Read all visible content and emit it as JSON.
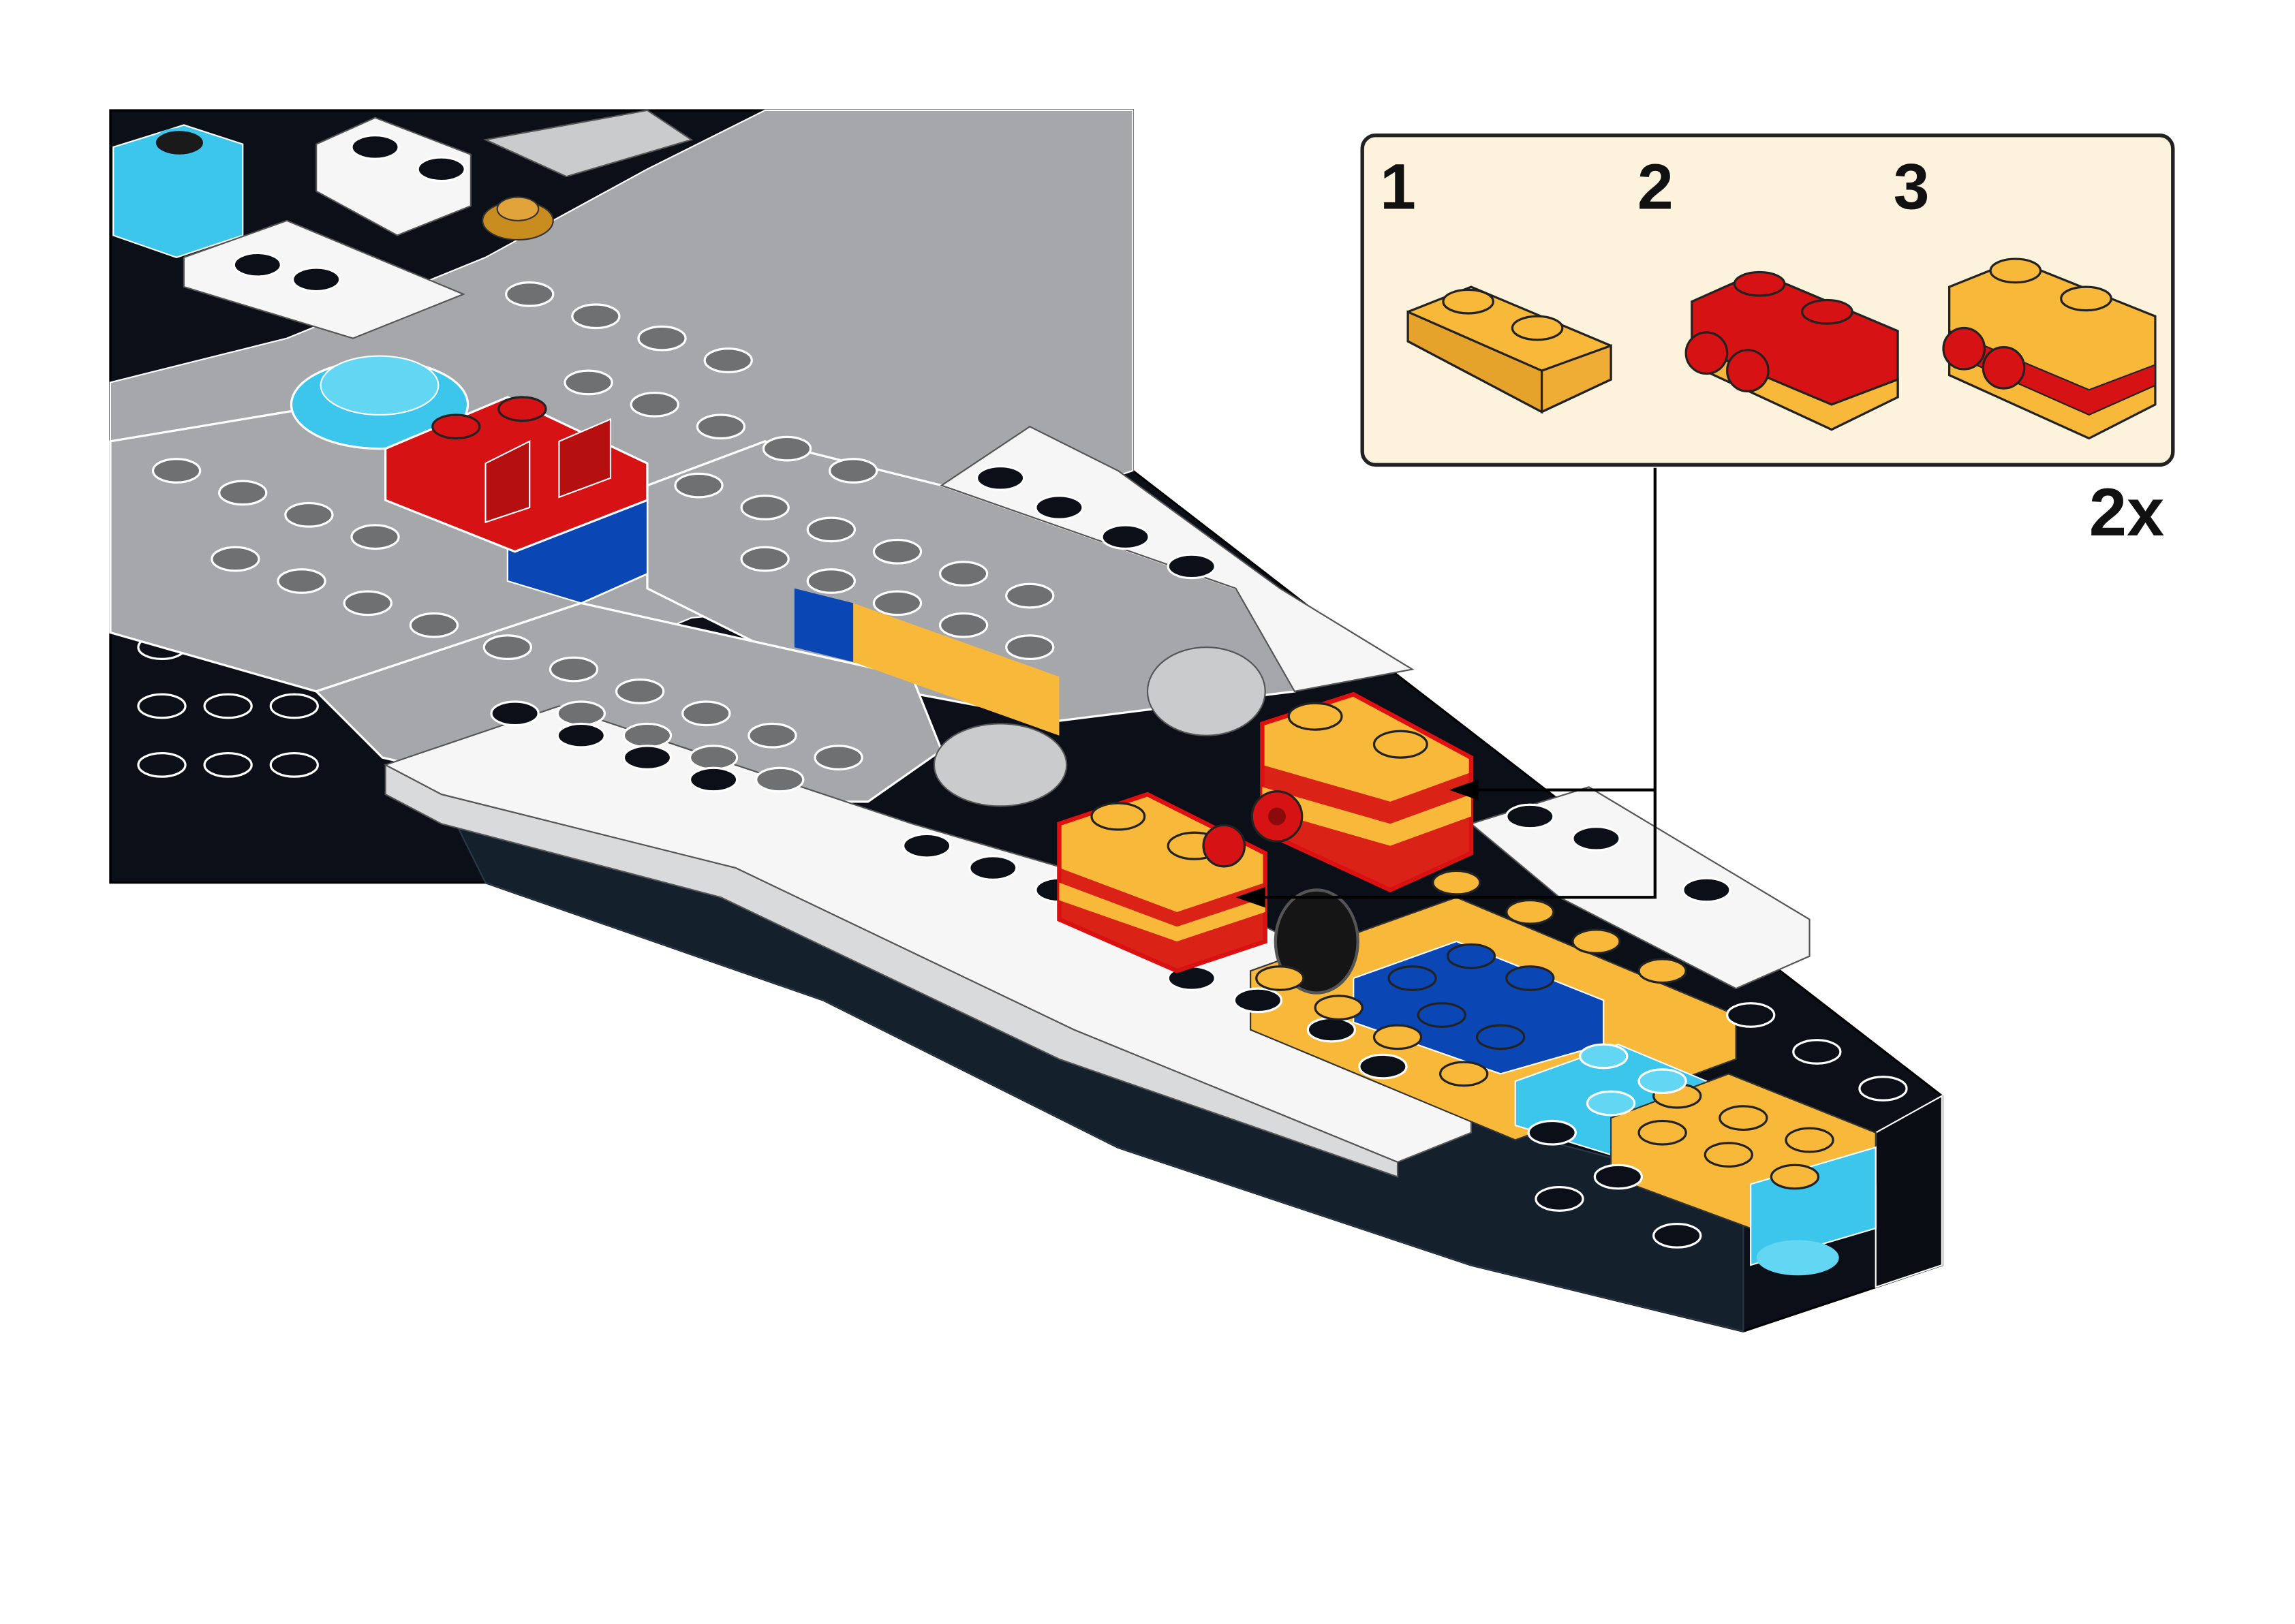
{
  "callout": {
    "steps": [
      {
        "number": "1",
        "part": "yellow-1x2-plate"
      },
      {
        "number": "2",
        "part": "red-hinge-plate-with-yellow-plate"
      },
      {
        "number": "3",
        "part": "yellow-plate-on-red-hinge-on-yellow-plate"
      }
    ],
    "multiplier": "2x",
    "background_color": "#fdf3dc",
    "border_color": "#222222"
  },
  "model": {
    "description_icon": "spaceship-model",
    "highlight_color": "#e01010",
    "colors": {
      "black": "#0b0f17",
      "dark_gray": "#6f7072",
      "light_gray": "#a5a7aa",
      "white": "#f6f6f6",
      "yellow": "#f8b83a",
      "red": "#d61214",
      "blue": "#0a47b4",
      "azure": "#3cc6ec"
    }
  }
}
